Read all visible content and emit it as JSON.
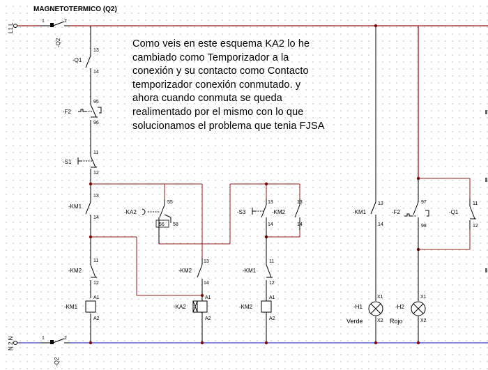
{
  "title": "MAGNETOTERMICO (Q2)",
  "comment": [
    "Como veis  en este esquema  KA2 lo he",
    "cambiado como Temporizador a la",
    "conexión y su contacto como Contacto",
    "temporizador conexión conmutado. y",
    "ahora cuando conmuta se queda",
    "realimentado por el mismo con lo que",
    "solucionamos el problema que tenia FJSA"
  ],
  "lines": {
    "top": "L1 L",
    "bottom": "N 2 N",
    "q2_top": "-Q2",
    "q2_bottom": "-Q2",
    "sw_left": "1",
    "sw_right": "2"
  },
  "components": {
    "q1": {
      "tag": "-Q1",
      "a": "13",
      "b": "14"
    },
    "f2": {
      "tag": "-F2",
      "a": "95",
      "b": "96"
    },
    "s1": {
      "tag": "-S1",
      "a": "11",
      "b": "12"
    },
    "km1_a": {
      "tag": "-KM1",
      "a": "13",
      "b": "14"
    },
    "ka2_c": {
      "tag": "-KA2",
      "a": "55",
      "b": "56",
      "c": "58"
    },
    "s3": {
      "tag": "-S3",
      "a": "13",
      "b": "14"
    },
    "km2_p": {
      "tag": "-KM2",
      "a": "13",
      "b": "14"
    },
    "km2_nc": {
      "tag": "-KM2",
      "a": "11",
      "b": "12"
    },
    "km2_b": {
      "tag": "-KM2",
      "a": "13",
      "b": "14"
    },
    "km1_nc": {
      "tag": "-KM1",
      "a": "11",
      "b": "12"
    },
    "coil_km1": {
      "tag": "-KM1",
      "a": "A1",
      "b": "A2"
    },
    "coil_ka2": {
      "tag": "-KA2",
      "a": "A1",
      "b": "A2"
    },
    "coil_km2": {
      "tag": "-KM2",
      "a": "A1",
      "b": "A2"
    },
    "km1_r": {
      "tag": "-KM1",
      "a": "13",
      "b": "14"
    },
    "f2_r": {
      "tag": "-F2",
      "a": "97",
      "b": "98"
    },
    "q1_r": {
      "tag": "-Q1",
      "a": "11",
      "b": "12"
    },
    "h1": {
      "tag": "-H1",
      "a": "X1",
      "b": "X2",
      "label": "Verde"
    },
    "h2": {
      "tag": "-H2",
      "a": "X1",
      "b": "X2",
      "label": "Rojo"
    }
  },
  "colors": {
    "phase": "#9b1b1b",
    "neutral": "#3c3cc8",
    "wire": "#000000",
    "node": "#7a0a0a"
  }
}
